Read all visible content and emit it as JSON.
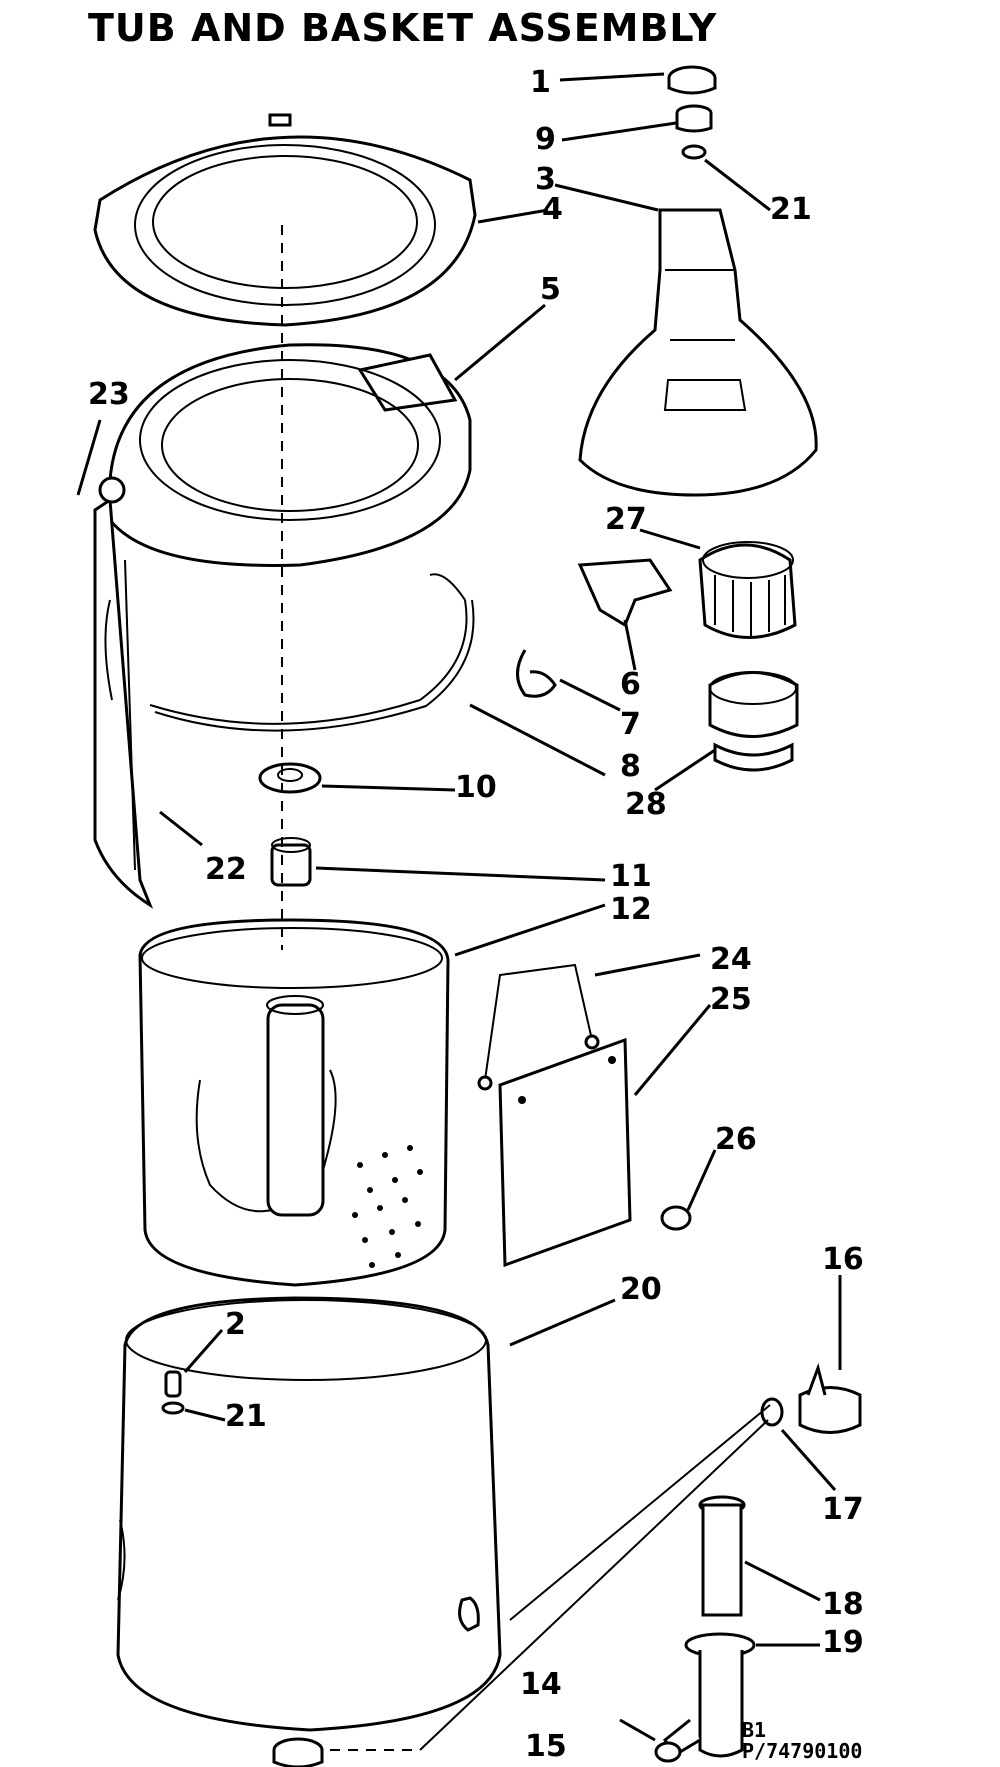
{
  "title": "TUB AND BASKET ASSEMBLY",
  "part_number": "P/74790100",
  "footer_code": "B1",
  "callouts": [
    {
      "id": "c1",
      "label": "1"
    },
    {
      "id": "c9",
      "label": "9"
    },
    {
      "id": "c3",
      "label": "3"
    },
    {
      "id": "c21a",
      "label": "21"
    },
    {
      "id": "c4",
      "label": "4"
    },
    {
      "id": "c5",
      "label": "5"
    },
    {
      "id": "c23",
      "label": "23"
    },
    {
      "id": "c27",
      "label": "27"
    },
    {
      "id": "c6",
      "label": "6"
    },
    {
      "id": "c7",
      "label": "7"
    },
    {
      "id": "c8",
      "label": "8"
    },
    {
      "id": "c28",
      "label": "28"
    },
    {
      "id": "c10",
      "label": "10"
    },
    {
      "id": "c22",
      "label": "22"
    },
    {
      "id": "c11",
      "label": "11"
    },
    {
      "id": "c12",
      "label": "12"
    },
    {
      "id": "c24",
      "label": "24"
    },
    {
      "id": "c25",
      "label": "25"
    },
    {
      "id": "c26",
      "label": "26"
    },
    {
      "id": "c20",
      "label": "20"
    },
    {
      "id": "c2",
      "label": "2"
    },
    {
      "id": "c21b",
      "label": "21"
    },
    {
      "id": "c16",
      "label": "16"
    },
    {
      "id": "c17",
      "label": "17"
    },
    {
      "id": "c18",
      "label": "18"
    },
    {
      "id": "c19",
      "label": "19"
    },
    {
      "id": "c14",
      "label": "14"
    },
    {
      "id": "c15",
      "label": "15"
    }
  ]
}
